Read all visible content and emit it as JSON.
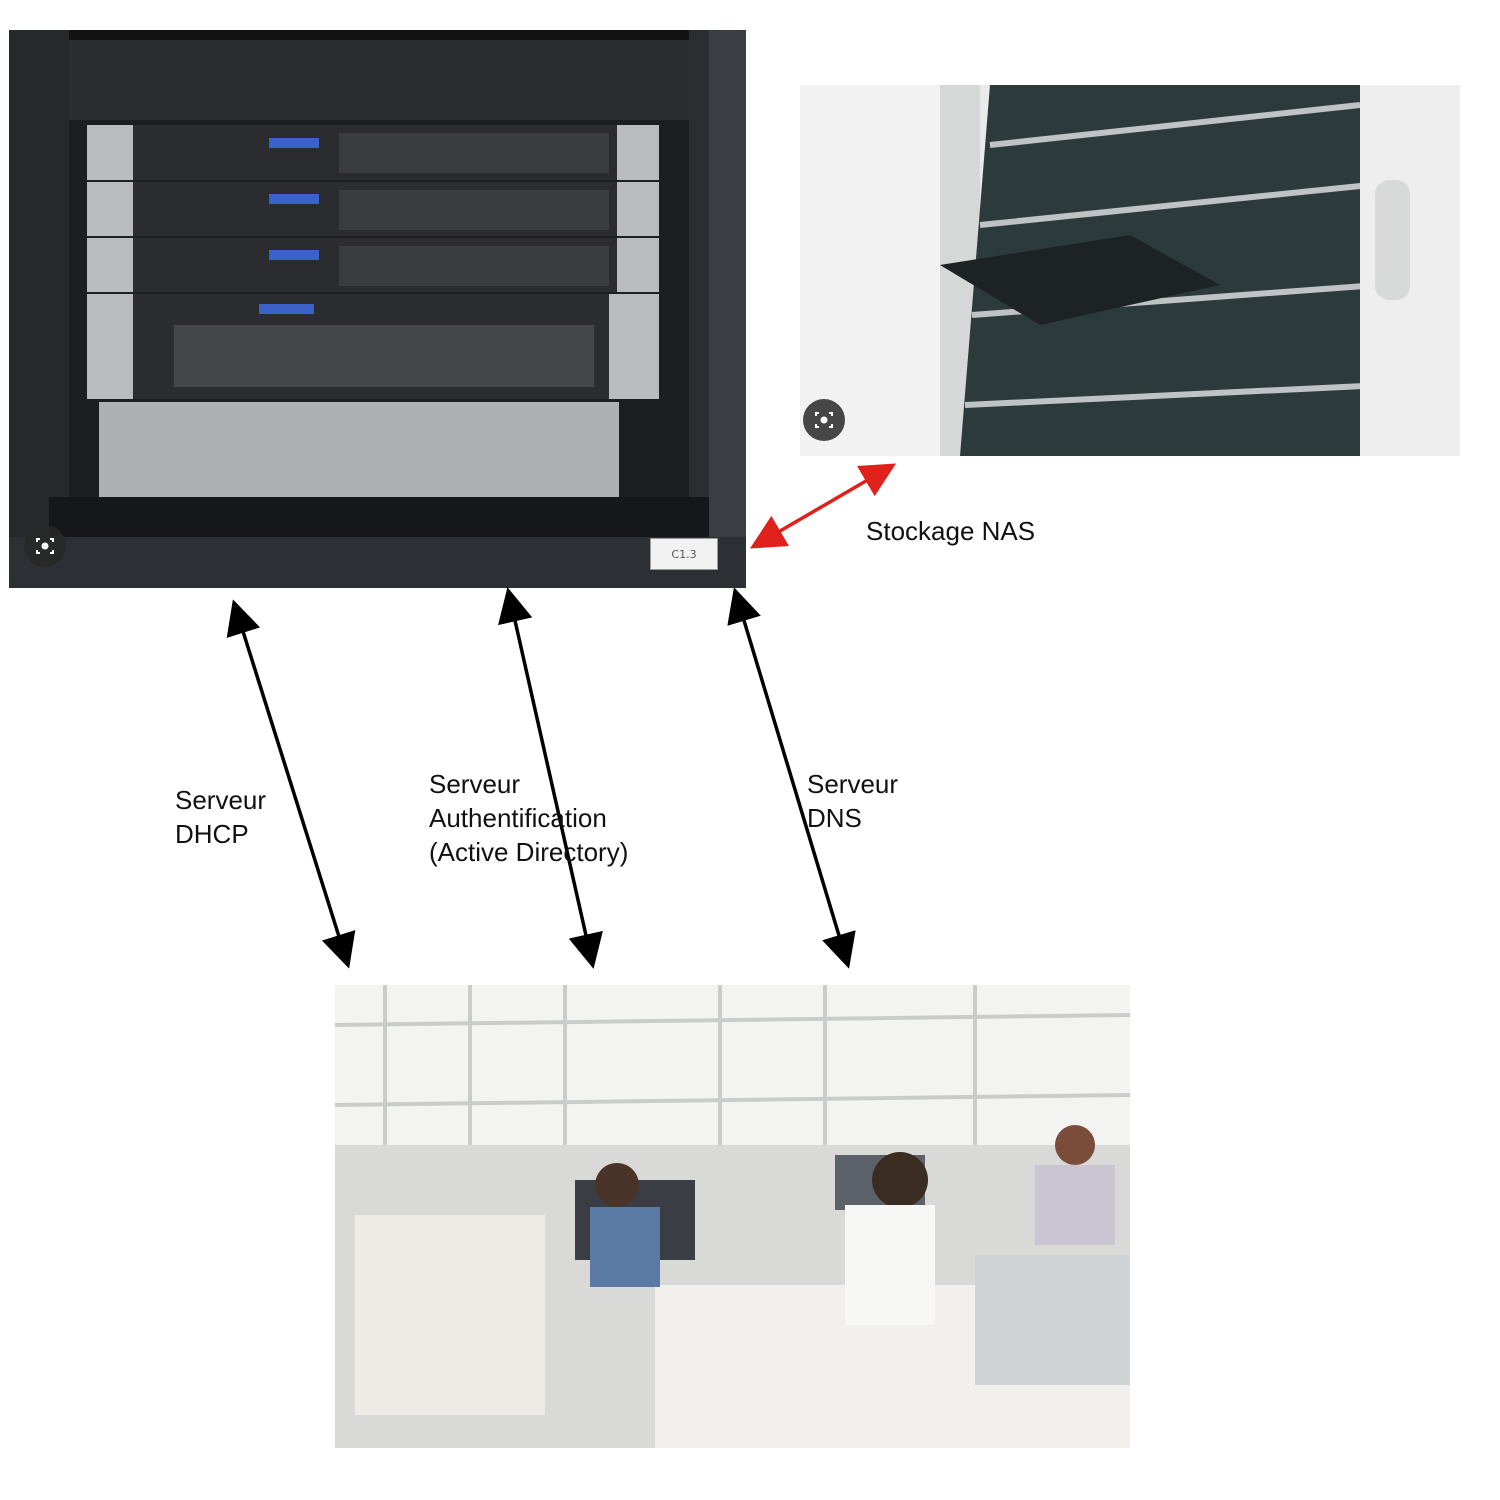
{
  "labels": {
    "nas": "Stockage NAS",
    "dhcp": "Serveur\nDHCP",
    "auth": "Serveur\nAuthentification\n(Active Directory)",
    "dns": "Serveur\nDNS"
  },
  "rack_tag": "C1.3",
  "colors": {
    "arrow_black": "#000000",
    "arrow_red": "#e0201b",
    "rack_dark": "#1e2124",
    "server_silver": "#b9bcbf",
    "nas_panel": "#2c3a3b",
    "office_light": "#f3f4f2"
  },
  "icons": {
    "lens": "camera-lens-icon"
  }
}
